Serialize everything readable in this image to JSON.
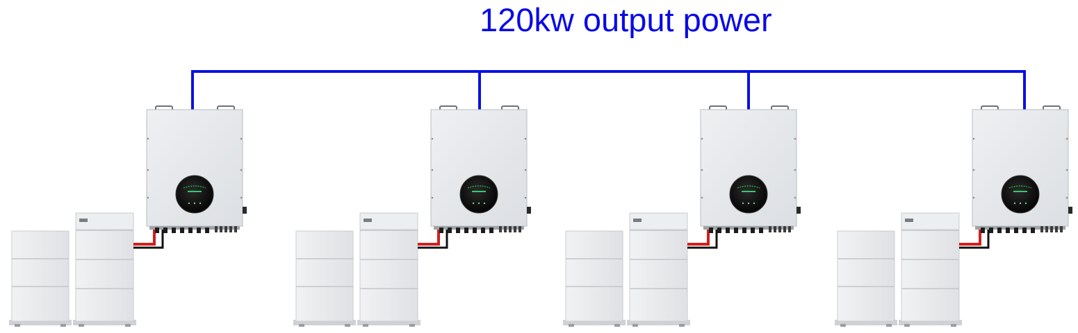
{
  "title": "120kw output power",
  "colors": {
    "title": "#0a0ae6",
    "output_bus": "#0a10e0",
    "dc_positive_cable": "#d21e1e",
    "dc_negative_cable": "#111111",
    "inverter_body": "#e6e8eb",
    "battery_body": "#e9eaec",
    "display": "#101010"
  },
  "systems": [
    {
      "inverter": "inverter-1",
      "battery_stacks": 2
    },
    {
      "inverter": "inverter-2",
      "battery_stacks": 2
    },
    {
      "inverter": "inverter-3",
      "battery_stacks": 2
    },
    {
      "inverter": "inverter-4",
      "battery_stacks": 2
    }
  ]
}
